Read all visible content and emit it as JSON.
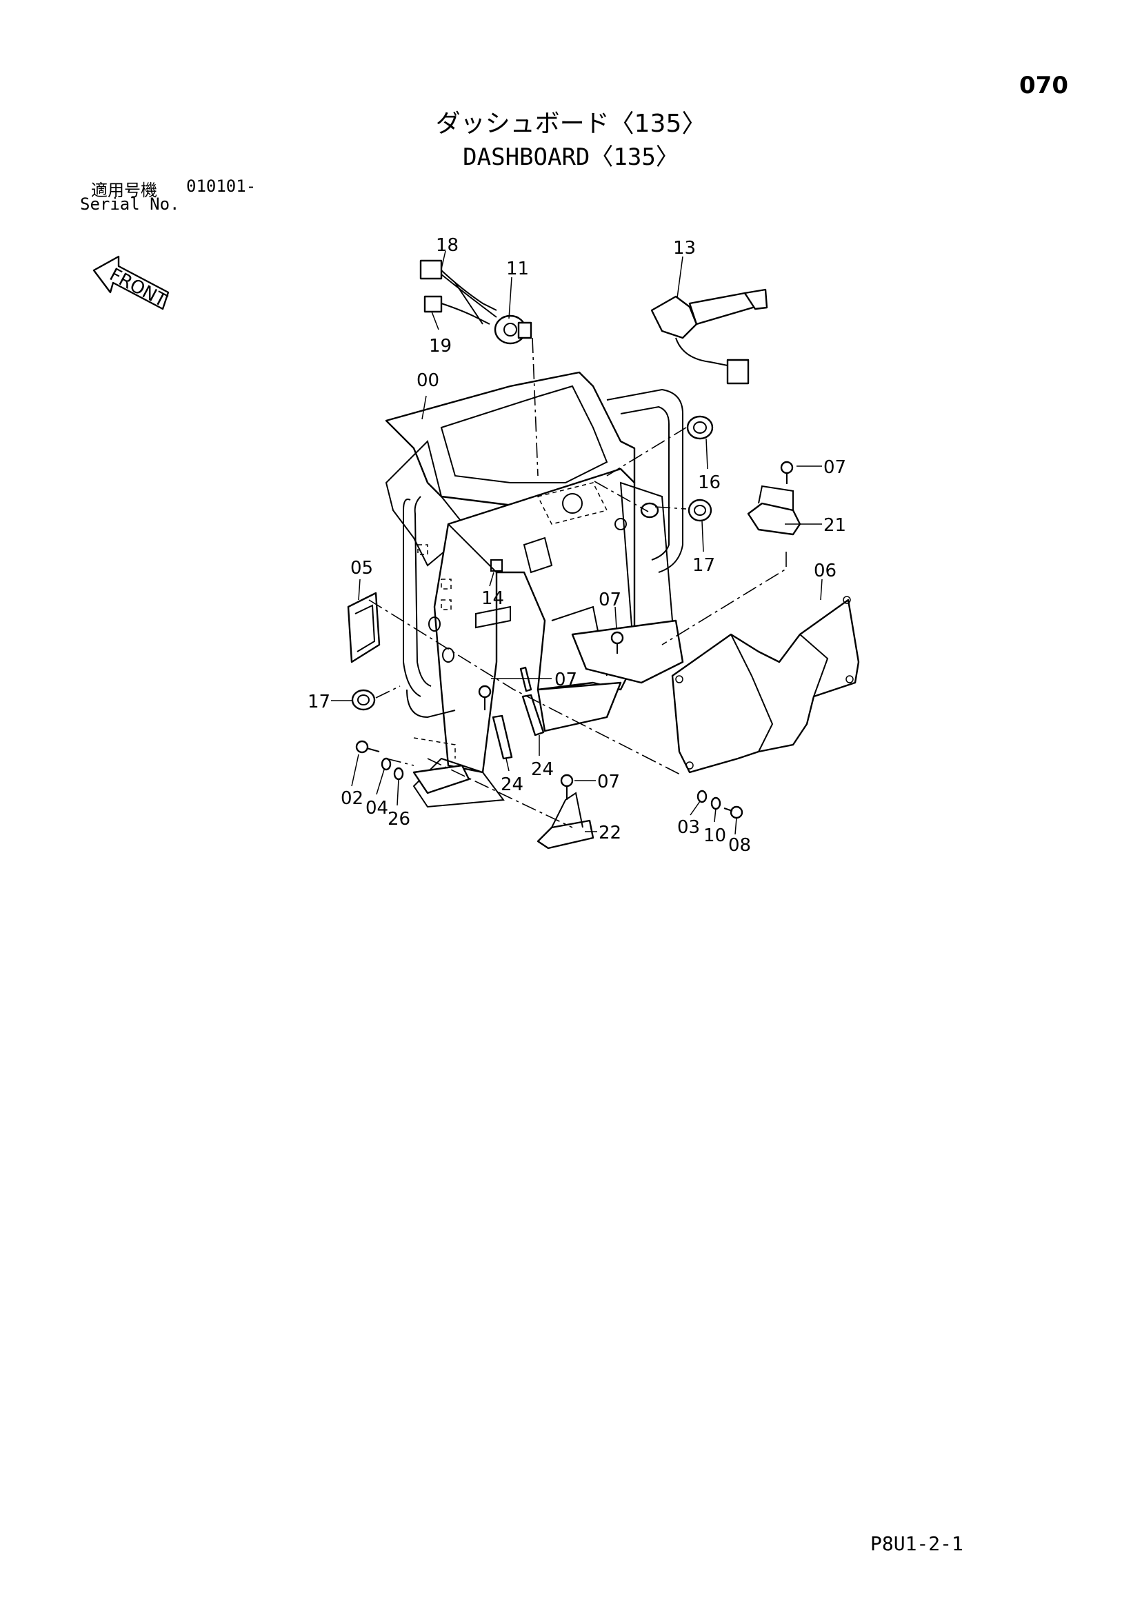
{
  "page_number": "070",
  "title_jp": "ダッシュボード〈135〉",
  "title_en": "DASHBOARD〈135〉",
  "serial_label_jp": "適用号機",
  "serial_label_en": "Serial No.",
  "serial_number": "010101-",
  "front_label": "FRONT",
  "doc_ref": "P8U1-2-1",
  "callouts": {
    "c00": "00",
    "c02": "02",
    "c03": "03",
    "c04": "04",
    "c05": "05",
    "c06": "06",
    "c07a": "07",
    "c07b": "07",
    "c07c": "07",
    "c07d": "07",
    "c08": "08",
    "c10": "10",
    "c11": "11",
    "c13": "13",
    "c14": "14",
    "c16": "16",
    "c17a": "17",
    "c17b": "17",
    "c18": "18",
    "c19": "19",
    "c21": "21",
    "c22": "22",
    "c24a": "24",
    "c24b": "24",
    "c26": "26"
  }
}
